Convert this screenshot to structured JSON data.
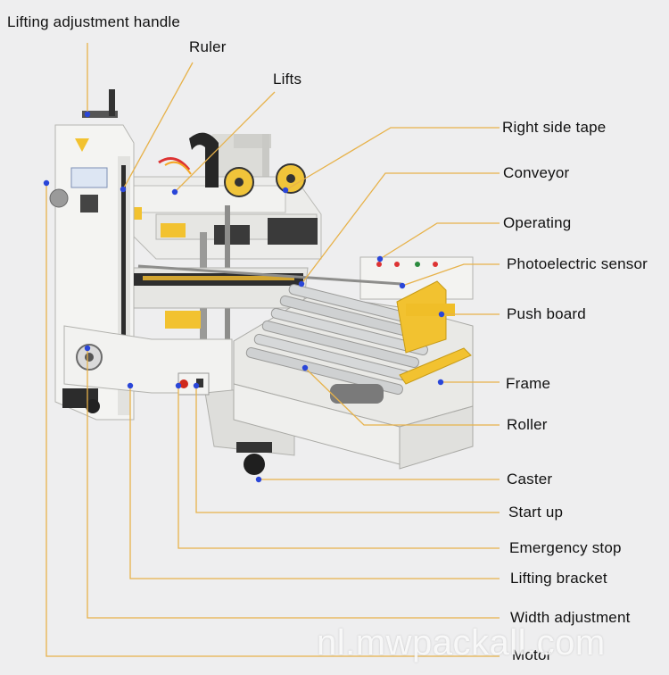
{
  "labels": {
    "lifting_adjustment_handle": "Lifting adjustment handle",
    "ruler": "Ruler",
    "lifts": "Lifts",
    "right_side_tape": "Right side tape",
    "conveyor": "Conveyor",
    "operating": "Operating",
    "photoelectric_sensor": "Photoelectric sensor",
    "push_board": "Push board",
    "frame": "Frame",
    "roller": "Roller",
    "caster": "Caster",
    "start_up": "Start up",
    "emergency_stop": "Emergency stop",
    "lifting_bracket": "Lifting bracket",
    "width_adjustment": "Width adjustment",
    "motor": "Motor"
  },
  "watermark": "nl.mwpackall.com",
  "colors": {
    "background": "#eeeeef",
    "leader_line": "#e7b24a",
    "marker_dot": "#2a46d8",
    "machine_body": "#f4f4f2",
    "accent_yellow": "#f2c230"
  }
}
